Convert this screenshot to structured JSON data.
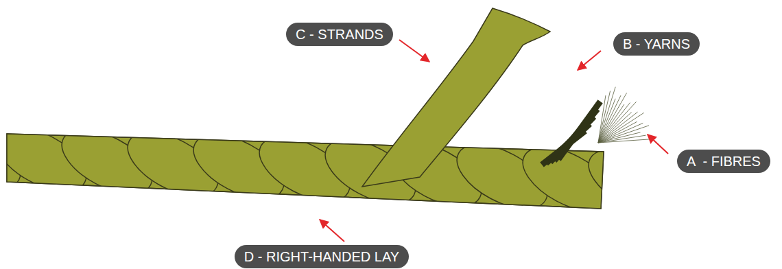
{
  "diagram": {
    "nodes": [
      {
        "text": [
          "C - STRANDS"
        ]
      },
      {
        "text": [
          "B - YARNS"
        ]
      },
      {
        "text": [
          "A  - FIBRES"
        ]
      },
      {
        "text": [
          "D - RIGHT-HANDED LAY"
        ]
      }
    ]
  }
}
